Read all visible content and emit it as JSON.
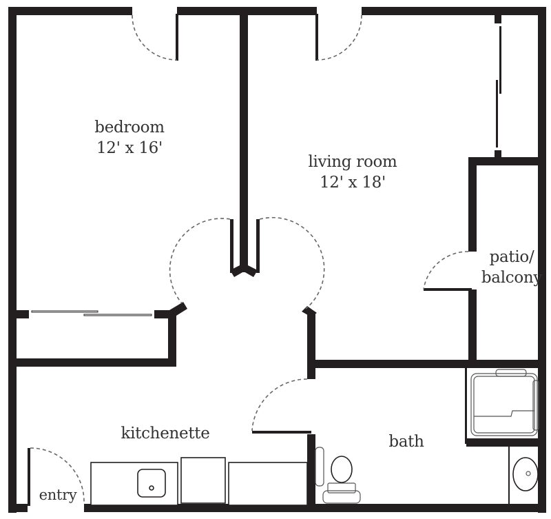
{
  "floor_plan": {
    "colors": {
      "wall": "#231f20",
      "text": "#333333",
      "door_swing": "#666666",
      "background": "#ffffff"
    },
    "rooms": [
      {
        "id": "bedroom",
        "name": "bedroom",
        "dimensions": "12' x 16'"
      },
      {
        "id": "living_room",
        "name": "living room",
        "dimensions": "12' x 18'"
      },
      {
        "id": "patio",
        "name": "patio/",
        "name_line2": "balcony"
      },
      {
        "id": "kitchenette",
        "name": "kitchenette"
      },
      {
        "id": "bath",
        "name": "bath"
      },
      {
        "id": "entry",
        "name": "entry"
      }
    ]
  }
}
